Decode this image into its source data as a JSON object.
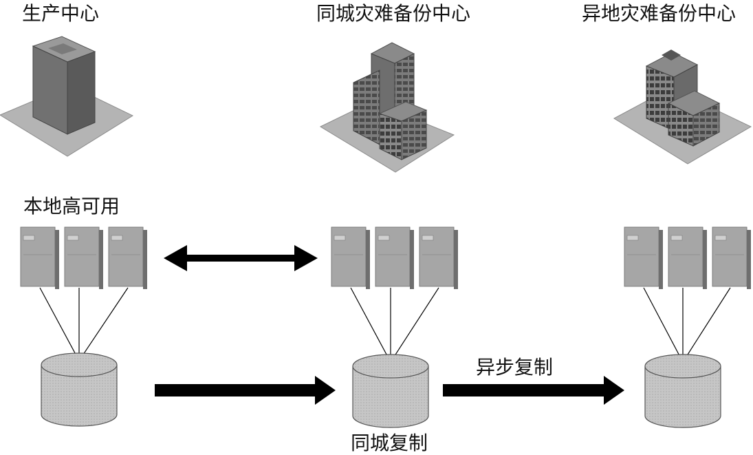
{
  "sites": [
    {
      "title": "生产中心"
    },
    {
      "title": "同城灾难备份中心"
    },
    {
      "title": "异地灾难备份中心"
    }
  ],
  "annotations": {
    "local_ha": "本地高可用",
    "same_city_replication": "同城复制",
    "async_replication": "异步复制"
  },
  "icons": {
    "building": "office-building-icon",
    "server": "server-tower-icon",
    "storage": "database-cylinder-icon",
    "arrow_bidirectional": "double-arrow-icon",
    "arrow_right": "right-arrow-icon"
  },
  "colors": {
    "building_dark": "#6e6e6e",
    "ground": "#b8b8b8",
    "server": "#a4a4a4",
    "storage": "#c4c4c4",
    "arrow": "#000000"
  }
}
